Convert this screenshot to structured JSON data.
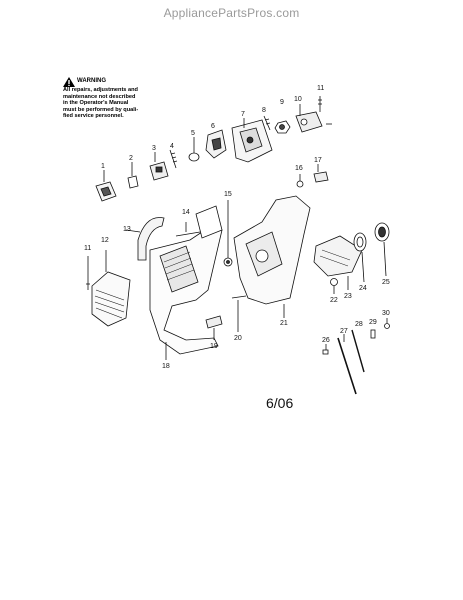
{
  "site": {
    "watermark": "AppliancePartsPros.com"
  },
  "warning": {
    "title": "WARNING",
    "lines": [
      "All repairs, adjustments and",
      "maintenance not described",
      "in the Operator's Manual",
      "must be performed by quali-",
      "fied service personnel."
    ]
  },
  "callouts": [
    "1",
    "2",
    "3",
    "4",
    "5",
    "6",
    "7",
    "8",
    "9",
    "10",
    "11",
    "12",
    "13",
    "14",
    "15",
    "16",
    "17",
    "18",
    "19",
    "20",
    "21",
    "22",
    "23",
    "24",
    "25",
    "26",
    "27",
    "28",
    "29",
    "30",
    "11"
  ],
  "revision": "6/06",
  "icons": {
    "warning": "warning-triangle-icon"
  }
}
